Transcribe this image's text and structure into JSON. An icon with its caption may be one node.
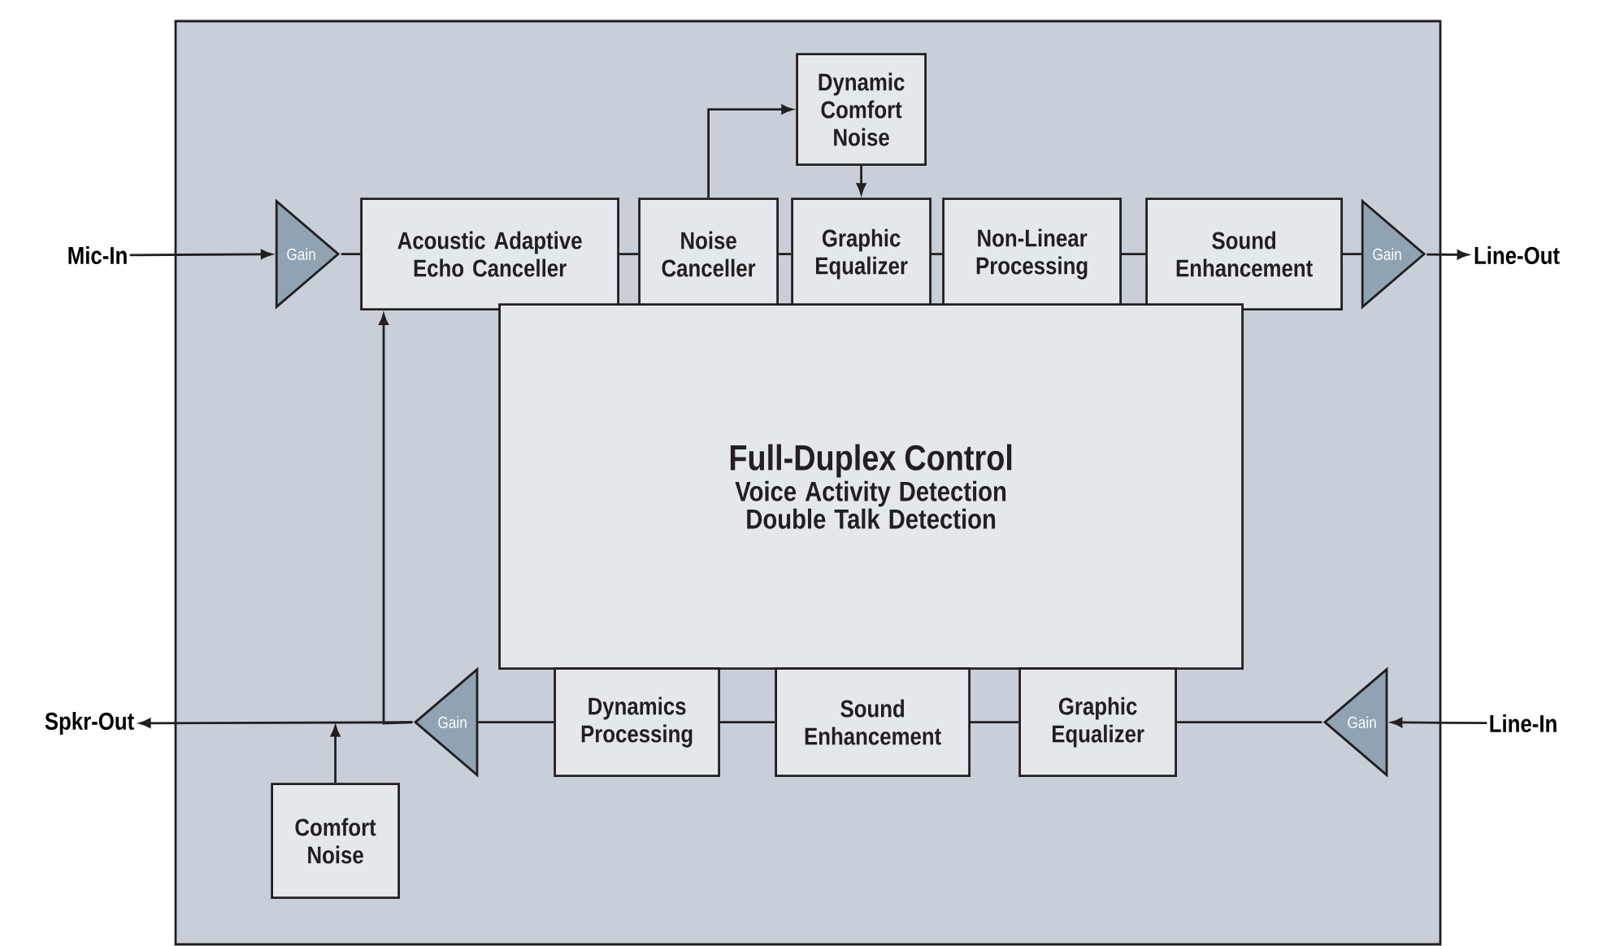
{
  "diagram": {
    "nodes": [
      {
        "text": [],
        "shape": "box"
      },
      {
        "text": [
          "Mic-In"
        ]
      },
      {
        "text": [
          "Gain"
        ],
        "in": 0
      },
      {
        "text": [
          "Acoustic Adaptive Echo Canceller"
        ],
        "in": 0
      },
      {
        "text": [
          "Noise Canceller"
        ],
        "in": 0
      },
      {
        "text": [
          "Dynamic Comfort Noise"
        ],
        "in": 0
      },
      {
        "text": [
          "Graphic Equalizer"
        ],
        "in": 0
      },
      {
        "text": [
          "Non-Linear Processing"
        ],
        "in": 0
      },
      {
        "text": [
          "Sound Enhancement"
        ],
        "in": 0
      },
      {
        "text": [
          "Gain"
        ],
        "in": 0
      },
      {
        "text": [
          "Line-Out"
        ]
      },
      {
        "text": [
          "Full-Duplex Control",
          "Voice Activity Detection Double Talk Detection"
        ],
        "in": 0
      },
      {
        "text": [
          "Line-In"
        ]
      },
      {
        "text": [
          "Gain"
        ],
        "in": 0
      },
      {
        "text": [
          "Graphic Equalizer"
        ],
        "in": 0
      },
      {
        "text": [
          "Sound Enhancement"
        ],
        "in": 0
      },
      {
        "text": [
          "Dynamics Processing"
        ],
        "in": 0
      },
      {
        "text": [
          "Gain"
        ],
        "in": 0
      },
      {
        "text": [
          "Spkr-Out"
        ]
      },
      {
        "text": [
          "Comfort Noise"
        ],
        "in": 0
      }
    ],
    "edges": [
      {
        "from": 1,
        "to": 2,
        "arrow": "to"
      },
      {
        "from": 2,
        "to": 3,
        "arrow": "none"
      },
      {
        "from": 3,
        "to": 4,
        "arrow": "none"
      },
      {
        "from": 4,
        "to": 5,
        "arrow": "to"
      },
      {
        "from": 5,
        "to": 6,
        "arrow": "to"
      },
      {
        "from": 4,
        "to": 6,
        "arrow": "none"
      },
      {
        "from": 6,
        "to": 7,
        "arrow": "none"
      },
      {
        "from": 7,
        "to": 8,
        "arrow": "none"
      },
      {
        "from": 8,
        "to": 9,
        "arrow": "none"
      },
      {
        "from": 9,
        "to": 10,
        "arrow": "to"
      },
      {
        "from": 12,
        "to": 13,
        "arrow": "to"
      },
      {
        "from": 13,
        "to": 14,
        "arrow": "none"
      },
      {
        "from": 14,
        "to": 15,
        "arrow": "none"
      },
      {
        "from": 15,
        "to": 16,
        "arrow": "none"
      },
      {
        "from": 16,
        "to": 17,
        "arrow": "none"
      },
      {
        "from": 17,
        "to": 18,
        "arrow": "to"
      },
      {
        "from": 17,
        "to": 3,
        "arrow": "to"
      },
      {
        "from": 19,
        "to": null,
        "arrow": "to"
      }
    ]
  }
}
